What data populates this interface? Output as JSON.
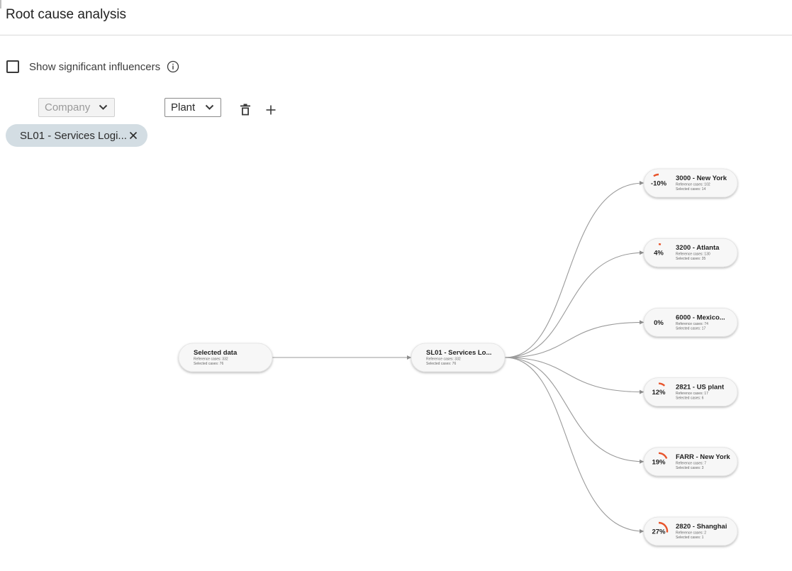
{
  "header": {
    "title": "Root cause analysis"
  },
  "toggle": {
    "label": "Show significant influencers",
    "checked": false
  },
  "filters": {
    "level1": {
      "label": "Company",
      "disabled": true
    },
    "level2": {
      "label": "Plant",
      "disabled": false
    }
  },
  "chip": {
    "label": "SL01 - Services Logi..."
  },
  "graph": {
    "root": {
      "title": "Selected data",
      "reference": "Reference cases: 332",
      "selected": "Selected cases: 76"
    },
    "middle": {
      "title": "SL01 - Services Lo...",
      "reference": "Reference cases: 332",
      "selected": "Selected cases: 76"
    },
    "leaves": [
      {
        "title": "3000 - New York",
        "pct_label": "-10%",
        "pct": -10,
        "reference": "Reference cases: 102",
        "selected": "Selected cases: 14"
      },
      {
        "title": "3200 - Atlanta",
        "pct_label": "4%",
        "pct": 4,
        "reference": "Reference cases: 130",
        "selected": "Selected cases: 35"
      },
      {
        "title": "6000 - Mexico...",
        "pct_label": "0%",
        "pct": 0,
        "reference": "Reference cases: 74",
        "selected": "Selected cases: 17"
      },
      {
        "title": "2821 - US plant",
        "pct_label": "12%",
        "pct": 12,
        "reference": "Reference cases: 17",
        "selected": "Selected cases: 6"
      },
      {
        "title": "FARR - New York",
        "pct_label": "19%",
        "pct": 19,
        "reference": "Reference cases: 7",
        "selected": "Selected cases: 3"
      },
      {
        "title": "2820 - Shanghai",
        "pct_label": "27%",
        "pct": 27,
        "reference": "Reference cases: 2",
        "selected": "Selected cases: 1"
      }
    ],
    "colors": {
      "arc": "#e8542b",
      "edge": "#9a9a9a",
      "node_fill": "#f7f7f7"
    }
  }
}
